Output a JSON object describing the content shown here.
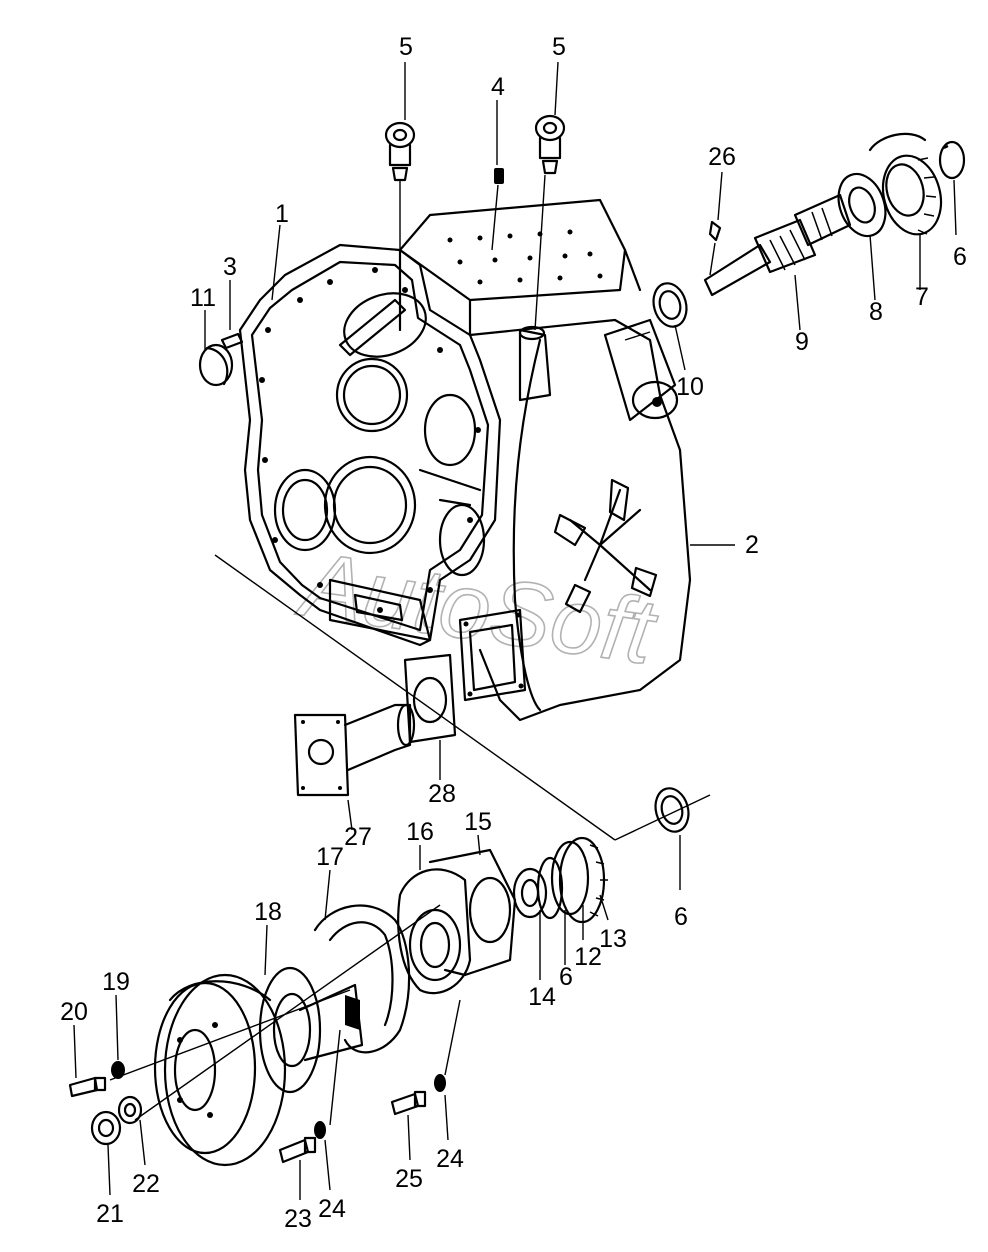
{
  "watermark": "AutoSoft",
  "callouts": [
    {
      "id": "c1",
      "text": "1"
    },
    {
      "id": "c2",
      "text": "2"
    },
    {
      "id": "c3",
      "text": "3"
    },
    {
      "id": "c4",
      "text": "4"
    },
    {
      "id": "c5a",
      "text": "5"
    },
    {
      "id": "c5b",
      "text": "5"
    },
    {
      "id": "c6a",
      "text": "6"
    },
    {
      "id": "c6b",
      "text": "6"
    },
    {
      "id": "c6c",
      "text": "6"
    },
    {
      "id": "c7",
      "text": "7"
    },
    {
      "id": "c8",
      "text": "8"
    },
    {
      "id": "c9",
      "text": "9"
    },
    {
      "id": "c10",
      "text": "10"
    },
    {
      "id": "c11",
      "text": "11"
    },
    {
      "id": "c12",
      "text": "12"
    },
    {
      "id": "c13",
      "text": "13"
    },
    {
      "id": "c14",
      "text": "14"
    },
    {
      "id": "c15",
      "text": "15"
    },
    {
      "id": "c16",
      "text": "16"
    },
    {
      "id": "c17",
      "text": "17"
    },
    {
      "id": "c18",
      "text": "18"
    },
    {
      "id": "c19",
      "text": "19"
    },
    {
      "id": "c20",
      "text": "20"
    },
    {
      "id": "c21",
      "text": "21"
    },
    {
      "id": "c22",
      "text": "22"
    },
    {
      "id": "c23",
      "text": "23"
    },
    {
      "id": "c24a",
      "text": "24"
    },
    {
      "id": "c24b",
      "text": "24"
    },
    {
      "id": "c25",
      "text": "25"
    },
    {
      "id": "c26",
      "text": "26"
    },
    {
      "id": "c27",
      "text": "27"
    },
    {
      "id": "c28",
      "text": "28"
    }
  ]
}
